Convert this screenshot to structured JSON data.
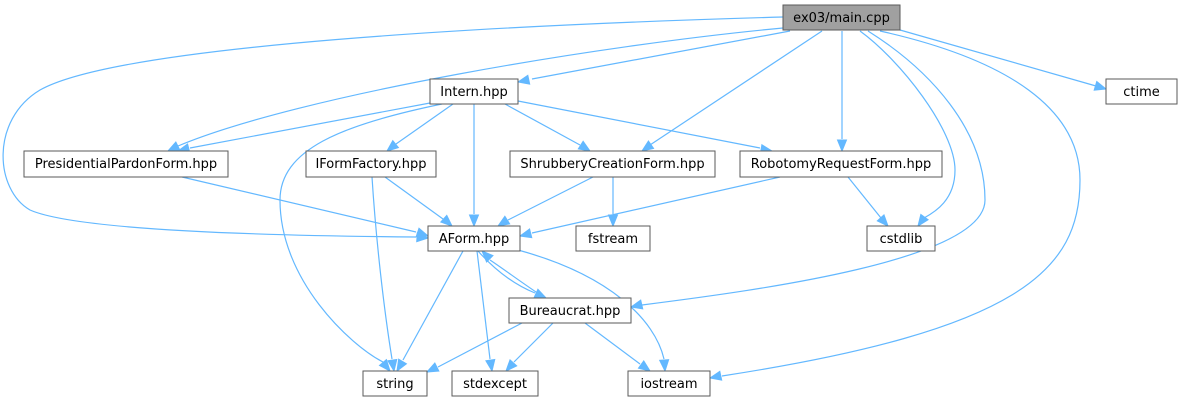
{
  "diagram": {
    "nodes": [
      {
        "id": "main",
        "label": "ex03/main.cpp",
        "root": true
      },
      {
        "id": "intern",
        "label": "Intern.hpp"
      },
      {
        "id": "ctime",
        "label": "ctime"
      },
      {
        "id": "presidential",
        "label": "PresidentialPardonForm.hpp"
      },
      {
        "id": "iformfactory",
        "label": "IFormFactory.hpp"
      },
      {
        "id": "shrubbery",
        "label": "ShrubberyCreationForm.hpp"
      },
      {
        "id": "robotomy",
        "label": "RobotomyRequestForm.hpp"
      },
      {
        "id": "aform",
        "label": "AForm.hpp"
      },
      {
        "id": "fstream",
        "label": "fstream"
      },
      {
        "id": "cstdlib",
        "label": "cstdlib"
      },
      {
        "id": "bureaucrat",
        "label": "Bureaucrat.hpp"
      },
      {
        "id": "string",
        "label": "string"
      },
      {
        "id": "stdexcept",
        "label": "stdexcept"
      },
      {
        "id": "iostream",
        "label": "iostream"
      }
    ],
    "edges": [
      {
        "from": "main",
        "to": "intern"
      },
      {
        "from": "main",
        "to": "ctime"
      },
      {
        "from": "main",
        "to": "presidential"
      },
      {
        "from": "main",
        "to": "aform"
      },
      {
        "from": "main",
        "to": "shrubbery"
      },
      {
        "from": "main",
        "to": "robotomy"
      },
      {
        "from": "main",
        "to": "cstdlib"
      },
      {
        "from": "main",
        "to": "bureaucrat"
      },
      {
        "from": "main",
        "to": "iostream"
      },
      {
        "from": "intern",
        "to": "presidential"
      },
      {
        "from": "intern",
        "to": "iformfactory"
      },
      {
        "from": "intern",
        "to": "shrubbery"
      },
      {
        "from": "intern",
        "to": "robotomy"
      },
      {
        "from": "intern",
        "to": "aform"
      },
      {
        "from": "intern",
        "to": "string"
      },
      {
        "from": "presidential",
        "to": "aform"
      },
      {
        "from": "iformfactory",
        "to": "aform"
      },
      {
        "from": "iformfactory",
        "to": "string"
      },
      {
        "from": "shrubbery",
        "to": "aform"
      },
      {
        "from": "shrubbery",
        "to": "fstream"
      },
      {
        "from": "robotomy",
        "to": "aform"
      },
      {
        "from": "robotomy",
        "to": "cstdlib"
      },
      {
        "from": "aform",
        "to": "bureaucrat"
      },
      {
        "from": "aform",
        "to": "string"
      },
      {
        "from": "aform",
        "to": "stdexcept"
      },
      {
        "from": "aform",
        "to": "iostream"
      },
      {
        "from": "bureaucrat",
        "to": "aform"
      },
      {
        "from": "bureaucrat",
        "to": "string"
      },
      {
        "from": "bureaucrat",
        "to": "stdexcept"
      },
      {
        "from": "bureaucrat",
        "to": "iostream"
      }
    ],
    "colors": {
      "edge": "#63b8ff",
      "root_fill": "#a0a0a0",
      "node_fill": "#ffffff",
      "node_stroke": "#5a5a5a"
    }
  }
}
